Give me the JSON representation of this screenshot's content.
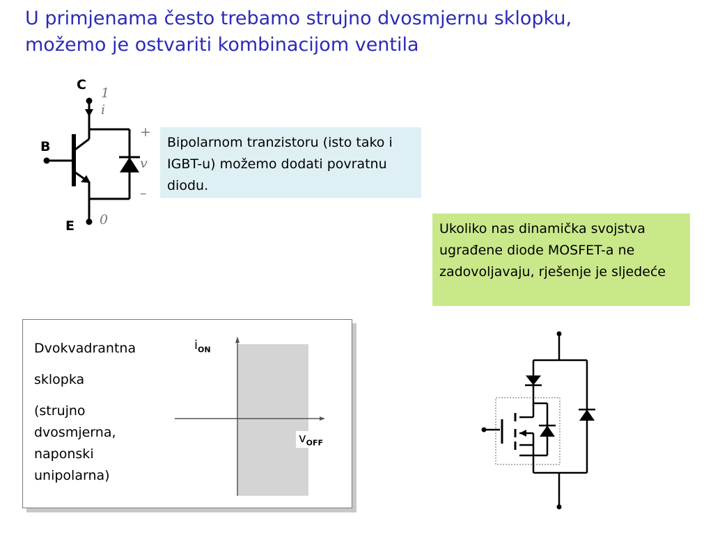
{
  "title": {
    "line1": "U primjenama često trebamo strujno dvosmjernu sklopku,",
    "line2": "možemo je ostvariti kombinacijom ventila"
  },
  "igbt_circuit": {
    "terminal_c": "C",
    "terminal_b": "B",
    "terminal_e": "E",
    "node_top": "1",
    "current": "i",
    "plus": "+",
    "voltage": "v",
    "minus": "–",
    "node_bottom": "0"
  },
  "info_blue": {
    "text": "Bipolarnom tranzistoru (isto tako i IGBT-u) možemo dodati povratnu diodu."
  },
  "info_green": {
    "text": "Ukoliko nas dinamička svojstva ugrađene diode MOSFET-a ne zadovoljavaju, rješenje je sljedeće"
  },
  "quadrant_panel": {
    "heading_line1": "Dvokvadrantna",
    "heading_line2": "sklopka",
    "description": "(strujno dvosmjerna, naponski unipolarna)",
    "y_axis_label": "i",
    "y_axis_sub": "ON",
    "x_axis_label": "v",
    "x_axis_sub": "OFF"
  },
  "colors": {
    "title": "#2b2bb8",
    "blue_box": "#dff0f4",
    "green_box": "#c9e88a",
    "region": "#d4d4d4"
  }
}
